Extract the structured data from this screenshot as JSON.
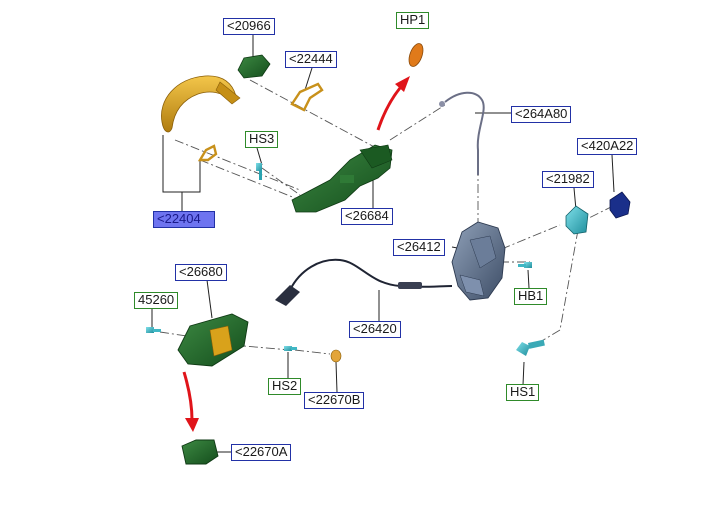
{
  "colors": {
    "callout_blue": "#2231a6",
    "callout_green": "#2f8a2a",
    "selected_fill": "#6e74f0",
    "handle_orange": "#d9a21b",
    "bracket_green": "#1e6a2a",
    "fastener_cyan": "#3fb7c4",
    "latch_grey": "#5a6f8f",
    "arrow_red": "#e0141a"
  },
  "callouts": {
    "c20966": "<20966",
    "c22444": "<22444",
    "hp1": "HP1",
    "hs3": "HS3",
    "c264a80": "<264A80",
    "c420a22": "<420A22",
    "c21982": "<21982",
    "c22404": "<22404",
    "c26684": "<26684",
    "c26412": "<26412",
    "c26680": "<26680",
    "c45260": "45260",
    "hb1": "HB1",
    "c26420": "<26420",
    "hs2": "HS2",
    "c22670b": "<22670B",
    "hs1": "HS1",
    "c22670a": "<22670A"
  },
  "selected_callout": "<22404"
}
